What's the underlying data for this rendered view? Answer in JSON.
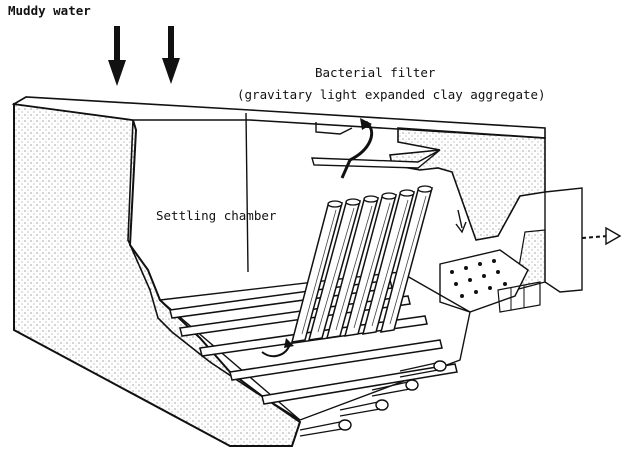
{
  "labels": {
    "muddy_water": "Muddy water",
    "bacterial_filter": "Bacterial filter",
    "filter_media": "(gravitary light expanded clay aggregate)",
    "settling_chamber": "Settling chamber"
  },
  "colors": {
    "ink": "#111111",
    "paper": "#ffffff",
    "stipple": "#6a6a6a"
  },
  "icons": {
    "inflow": "down-arrow-icon",
    "outflow": "right-arrow-icon",
    "flow_turn": "curved-arrow-icon"
  }
}
